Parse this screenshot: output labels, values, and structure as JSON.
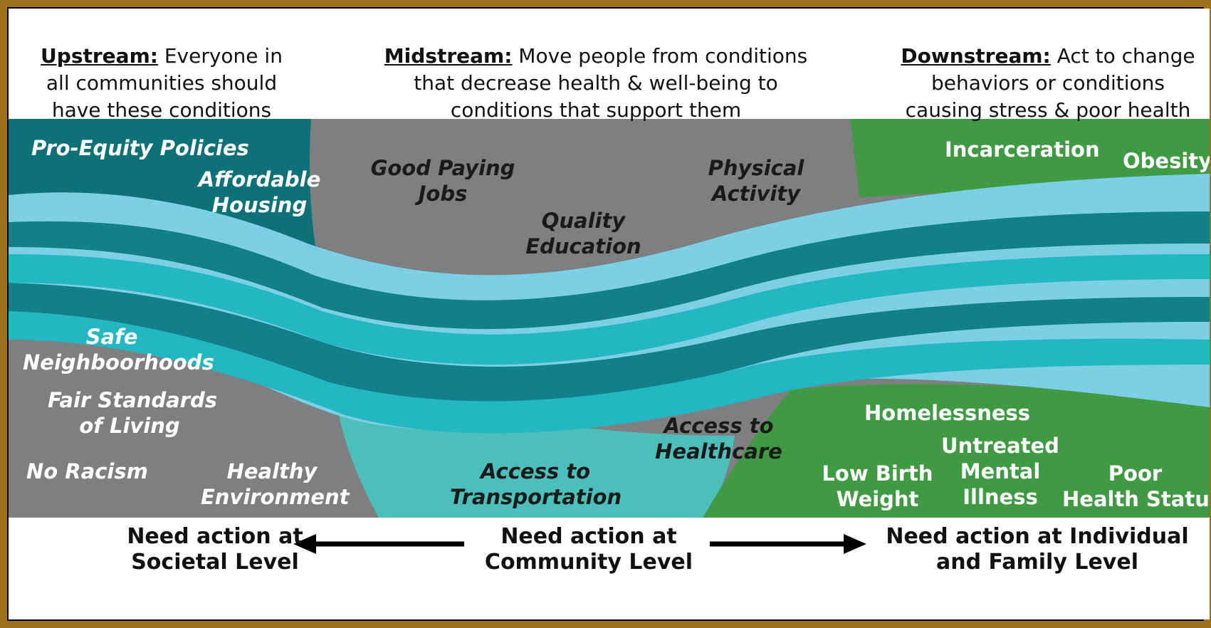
{
  "header": {
    "upstream": {
      "key": "Upstream:",
      "line1": " Everyone in",
      "line2": "all communities should",
      "line3": "have these conditions"
    },
    "midstream": {
      "key": "Midstream:",
      "line1": " Move people from conditions",
      "line2": "that decrease health & well-being to",
      "line3": "conditions that support them"
    },
    "downstream": {
      "key": "Downstream:",
      "line1": " Act to change",
      "line2": "behaviors or conditions",
      "line3": "causing stress & poor health"
    }
  },
  "labels": {
    "pro_equity": "Pro-Equity Policies",
    "affordable_housing": [
      "Affordable",
      "Housing"
    ],
    "good_paying_jobs": [
      "Good Paying",
      "Jobs"
    ],
    "quality_education": [
      "Quality",
      "Education"
    ],
    "physical_activity": [
      "Physical",
      "Activity"
    ],
    "safe_neighborhoods": [
      "Safe",
      "Neighboorhoods"
    ],
    "fair_standards": [
      "Fair Standards",
      "of Living"
    ],
    "no_racism": "No Racism",
    "healthy_environment": [
      "Healthy",
      "Environment"
    ],
    "access_transportation": [
      "Access to",
      "Transportation"
    ],
    "access_healthcare": [
      "Access to",
      "Healthcare"
    ],
    "incarceration": "Incarceration",
    "obesity": "Obesity",
    "homelessness": "Homelessness",
    "low_birth_weight": [
      "Low Birth",
      "Weight"
    ],
    "untreated_mental_illness": [
      "Untreated",
      "Mental",
      "Illness"
    ],
    "poor_health_status": [
      "Poor",
      "Health Status"
    ]
  },
  "footer": {
    "societal": [
      "Need action at",
      "Societal Level"
    ],
    "community": [
      "Need action at",
      "Community Level"
    ],
    "individual": [
      "Need action at Individual",
      "and Family Level"
    ]
  },
  "colors": {
    "dark_teal": "#0e7177",
    "gray": "#7d7f81",
    "teal": "#4cbfbb",
    "green": "#3f9a43",
    "river_light": "#7ccfe4",
    "river_mid": "#22b7c2",
    "river_dark": "#12808a",
    "frame": "#a0711b"
  }
}
